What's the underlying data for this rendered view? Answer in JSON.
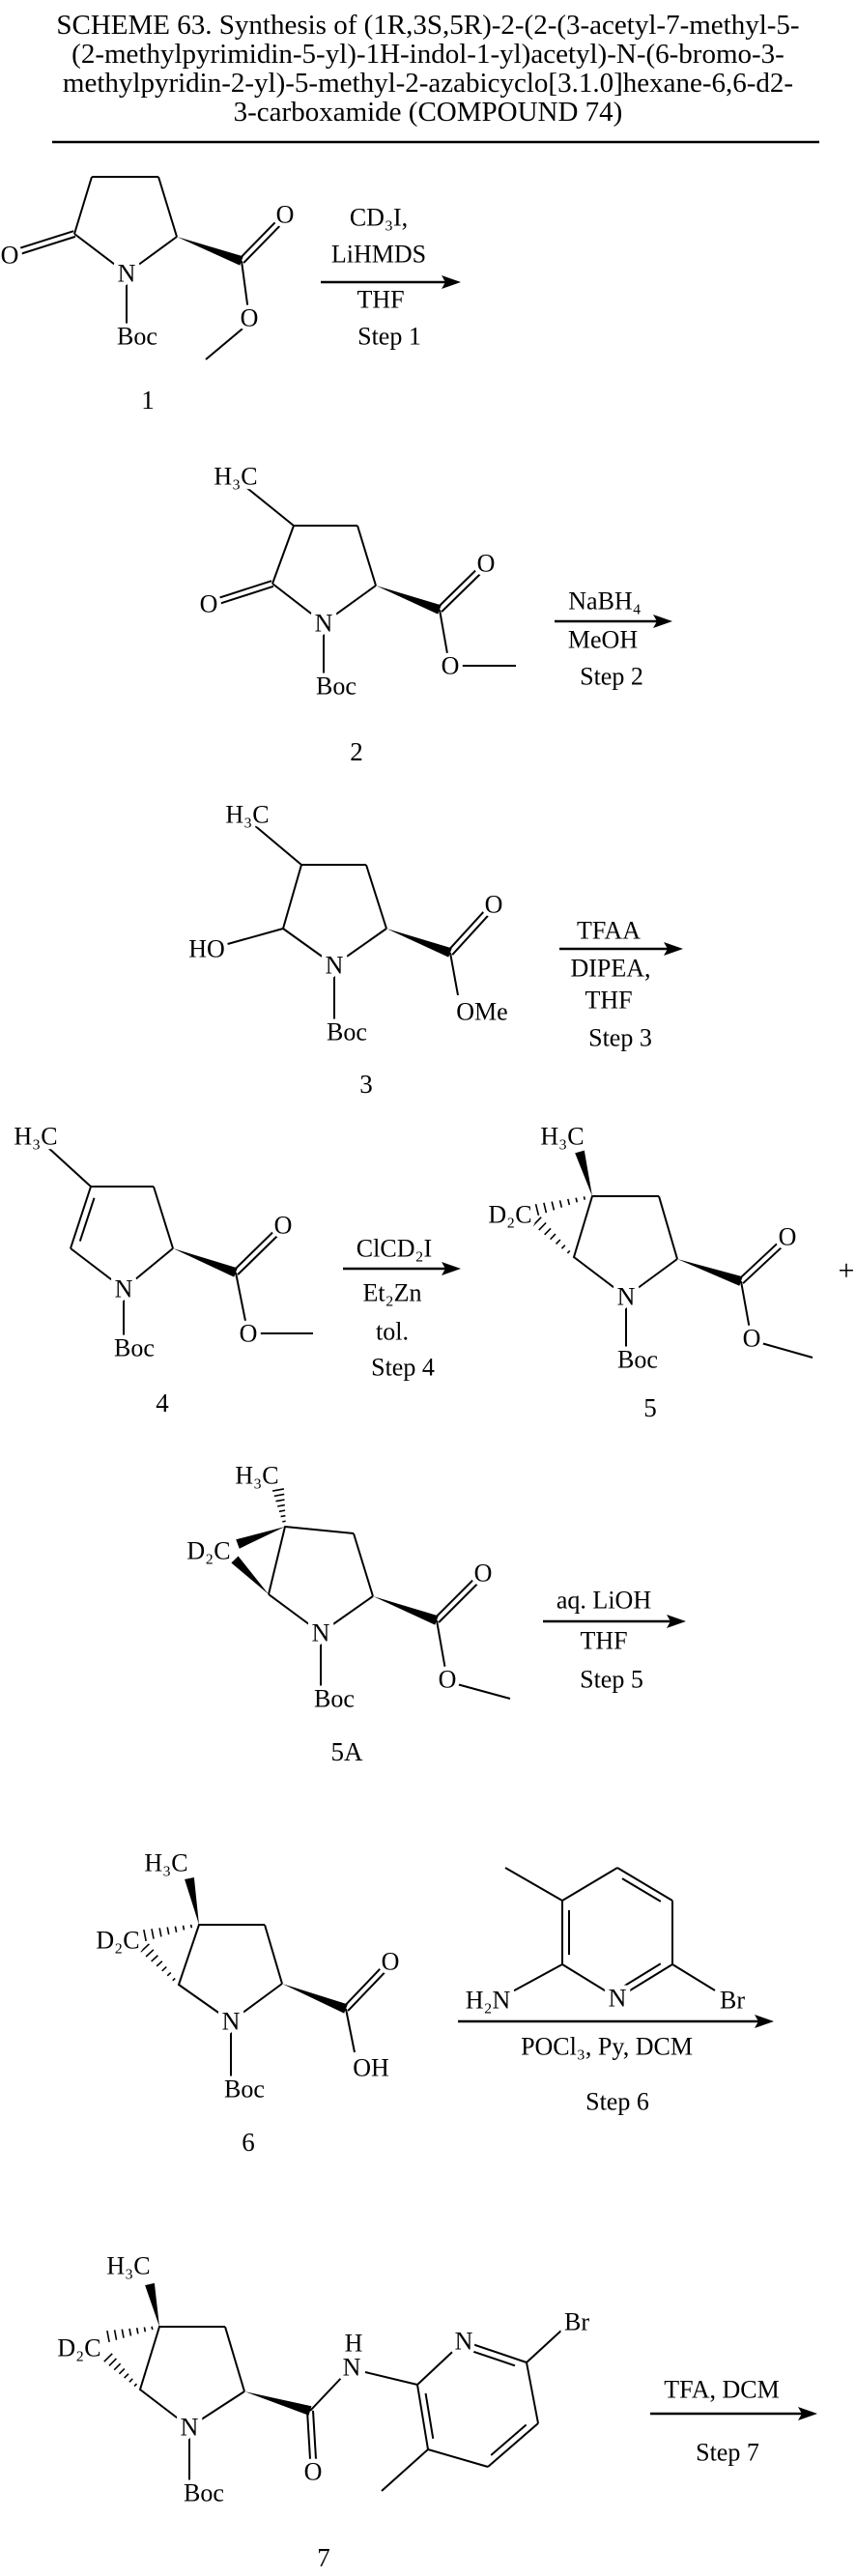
{
  "title_lines": [
    "SCHEME 63. Synthesis of (1R,3S,5R)-2-(2-(3-acetyl-7-methyl-5-",
    "(2-methylpyrimidin-5-yl)-1H-indol-1-yl)acetyl)-N-(6-bromo-3-",
    "methylpyridin-2-yl)-5-methyl-2-azabicyclo[3.1.0]hexane-6,6-d2-",
    "3-carboxamide (COMPOUND 74)"
  ],
  "atoms": {
    "O": "O",
    "N": "N",
    "Boc": "Boc",
    "H3C": "H₃C",
    "HO": "HO",
    "OMe": "OMe",
    "D2C": "D₂C",
    "OH": "OH",
    "H2N": "H₂N",
    "Br": "Br",
    "H": "H"
  },
  "compounds": [
    "1",
    "2",
    "3",
    "4",
    "5",
    "5A",
    "6",
    "7"
  ],
  "plus": "+",
  "steps": [
    {
      "reagents": [
        "CD₃I,",
        "LiHMDS",
        "THF"
      ],
      "label": "Step 1"
    },
    {
      "reagents": [
        "NaBH₄",
        "MeOH"
      ],
      "label": "Step 2"
    },
    {
      "reagents": [
        "TFAA",
        "DIPEA,",
        "THF"
      ],
      "label": "Step 3"
    },
    {
      "reagents": [
        "ClCD₂I",
        "Et₂Zn",
        "tol."
      ],
      "label": "Step 4"
    },
    {
      "reagents": [
        "aq. LiOH",
        "THF"
      ],
      "label": "Step 5"
    },
    {
      "reagents": [
        "POCl₃, Py, DCM"
      ],
      "label": "Step 6"
    },
    {
      "reagents": [
        "TFA, DCM"
      ],
      "label": "Step 7"
    }
  ]
}
